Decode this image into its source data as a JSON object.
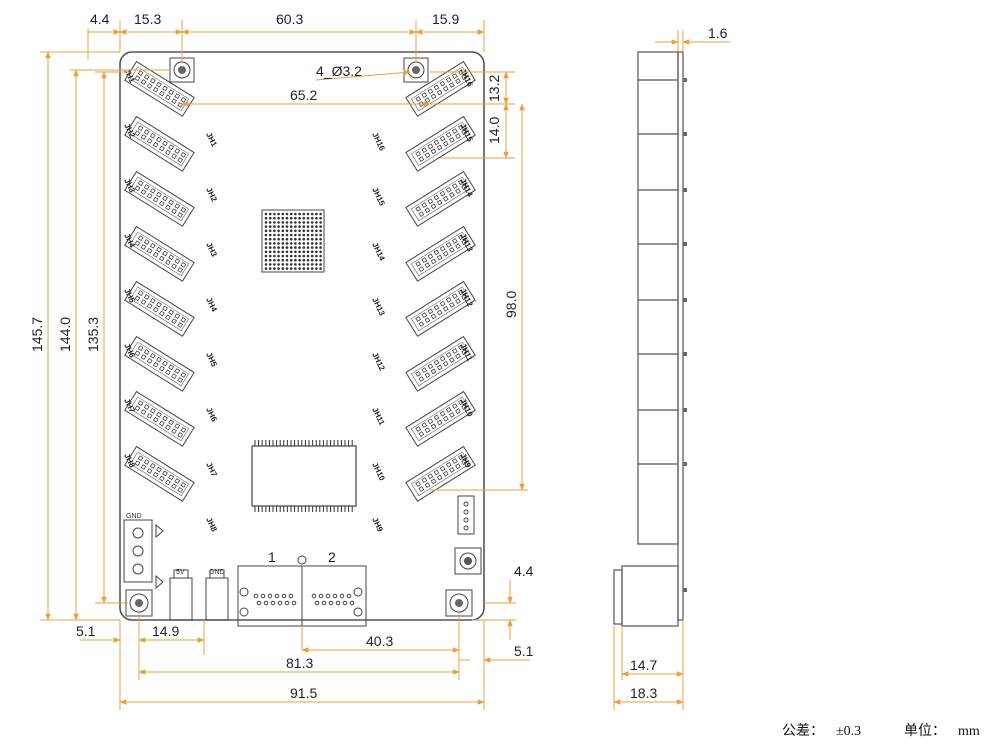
{
  "dimensions": {
    "top_left_offset": "4.4",
    "top_left_hole": "15.3",
    "top_center": "60.3",
    "top_right_hole": "15.9",
    "hole_spec": "4_Ø3.2",
    "header_span": "65.2",
    "right_13_2": "13.2",
    "right_14_0": "14.0",
    "right_98_0": "98.0",
    "left_145_7": "145.7",
    "left_144_0": "144.0",
    "left_135_3": "135.3",
    "bottom_5_1_left": "5.1",
    "bottom_14_9": "14.9",
    "bottom_40_3": "40.3",
    "bottom_81_3": "81.3",
    "bottom_91_5": "91.5",
    "bottom_5_1_right": "5.1",
    "right_4_4": "4.4",
    "side_1_6": "1.6",
    "side_14_7": "14.7",
    "side_18_3": "18.3"
  },
  "left_headers": [
    "JH1",
    "JH2",
    "JH3",
    "JH4",
    "JH5",
    "JH6",
    "JH7",
    "JH8"
  ],
  "left_side_labels": [
    "JH1",
    "JH2",
    "JH3",
    "JH4",
    "JH5",
    "JH6",
    "JH7",
    "JH8"
  ],
  "right_headers": [
    "JH16",
    "JH15",
    "JH14",
    "JH13",
    "JH12",
    "JH11",
    "JH10",
    "JH9"
  ],
  "right_side_labels": [
    "JH16",
    "JH15",
    "JH14",
    "JH13",
    "JH12",
    "JH11",
    "JH10",
    "JH9"
  ],
  "board_labels": {
    "gnd_top": "GND",
    "five_v": "5V",
    "gnd_bottom": "GND",
    "conn_1": "1",
    "conn_2": "2"
  },
  "footer": {
    "tolerance_label": "公差：",
    "tolerance_value": "±0.3",
    "unit_label": "单位：",
    "unit_value": "mm"
  },
  "colors": {
    "dimension_line": "#e8a040",
    "board_outline": "#555555",
    "component": "#333333"
  }
}
